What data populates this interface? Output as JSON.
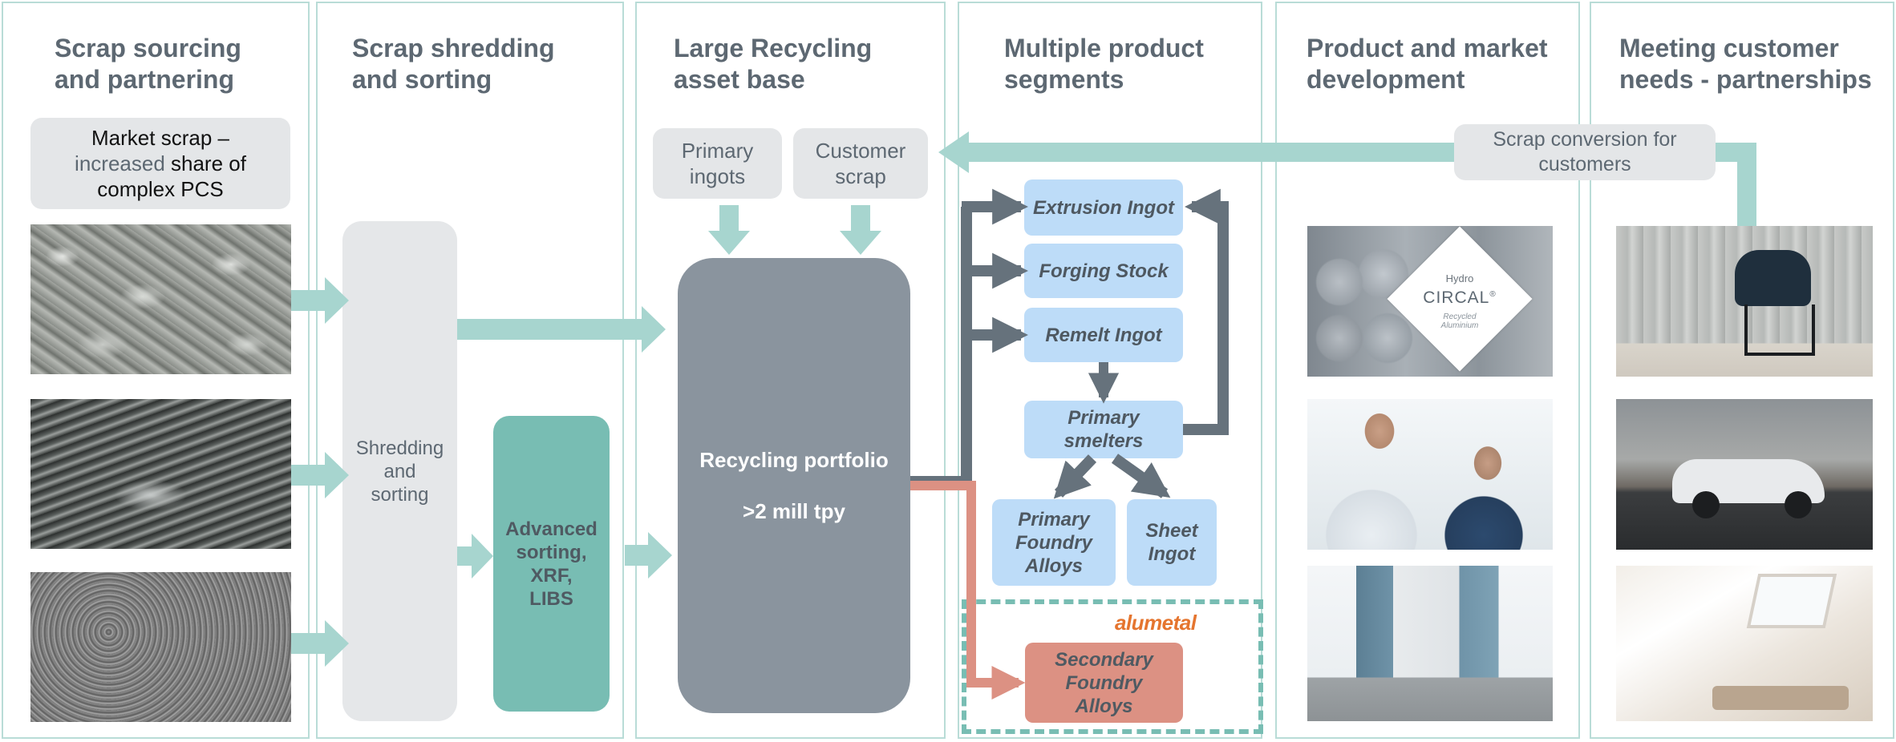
{
  "columns": [
    {
      "title": "Scrap sourcing\nand partnering"
    },
    {
      "title": "Scrap shredding\nand sorting"
    },
    {
      "title": "Large Recycling\nasset base"
    },
    {
      "title": "Multiple product\nsegments"
    },
    {
      "title": "Product and market\ndevelopment"
    },
    {
      "title": "Meeting customer\nneeds - partnerships"
    }
  ],
  "market_scrap": {
    "line1": "Market scrap –",
    "highlight": "increased",
    "rest": " share of",
    "line3": "complex PCS"
  },
  "shredding": {
    "label": "Shredding\nand\nsorting"
  },
  "advanced": {
    "label": "Advanced\nsorting,\nXRF,\nLIBS"
  },
  "inputs": {
    "primary_ingots": "Primary\ningots",
    "customer_scrap": "Customer\nscrap"
  },
  "portfolio": {
    "line1": "Recycling portfolio",
    "line2": ">2 mill tpy"
  },
  "products": {
    "extrusion": "Extrusion Ingot",
    "forging": "Forging Stock",
    "remelt": "Remelt Ingot",
    "smelters": "Primary\nsmelters",
    "foundry": "Primary\nFoundry\nAlloys",
    "sheet": "Sheet\nIngot",
    "secondary": "Secondary\nFoundry\nAlloys"
  },
  "alumetal_logo": "alumetal",
  "scrap_conversion": "Scrap conversion for\ncustomers",
  "circal": {
    "brand": "Hydro",
    "name": "CIRCAL",
    "mark": "®",
    "sub": "Recycled\nAluminium"
  },
  "colors": {
    "border": "#b9dcd7",
    "title_text": "#5d6872",
    "arrow_teal": "#a7d5cf",
    "arrow_dark": "#66727c",
    "portfolio": "#8a949e",
    "advanced": "#78bdb3",
    "product_blue": "#bddcf8",
    "secondary": "#dc9183",
    "salmon_line": "#dc9183",
    "alumetal": "#e5752f"
  }
}
